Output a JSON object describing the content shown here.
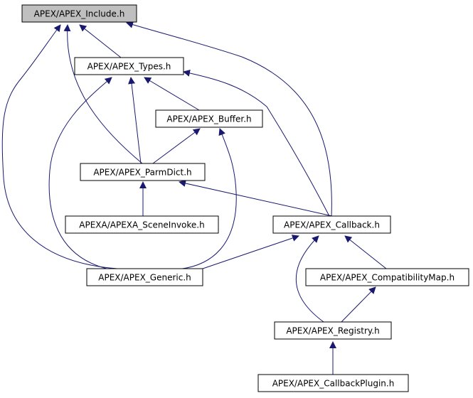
{
  "nodes": [
    {
      "id": "include",
      "label": "APEX/APEX_Include.h",
      "highlighted": true
    },
    {
      "id": "types",
      "label": "APEX/APEX_Types.h"
    },
    {
      "id": "buffer",
      "label": "APEX/APEX_Buffer.h"
    },
    {
      "id": "parmdict",
      "label": "APEX/APEX_ParmDict.h"
    },
    {
      "id": "sceneinvoke",
      "label": "APEXA/APEXA_SceneInvoke.h"
    },
    {
      "id": "callback",
      "label": "APEX/APEX_Callback.h"
    },
    {
      "id": "generic",
      "label": "APEX/APEX_Generic.h"
    },
    {
      "id": "compatmap",
      "label": "APEX/APEX_CompatibilityMap.h"
    },
    {
      "id": "registry",
      "label": "APEX/APEX_Registry.h"
    },
    {
      "id": "callbackplugin",
      "label": "APEX/APEX_CallbackPlugin.h"
    }
  ],
  "edges": [
    {
      "from": "types",
      "to": "include"
    },
    {
      "from": "parmdict",
      "to": "include"
    },
    {
      "from": "generic",
      "to": "include"
    },
    {
      "from": "callback",
      "to": "include"
    },
    {
      "from": "buffer",
      "to": "types"
    },
    {
      "from": "parmdict",
      "to": "types"
    },
    {
      "from": "generic",
      "to": "types"
    },
    {
      "from": "callback",
      "to": "types"
    },
    {
      "from": "parmdict",
      "to": "buffer"
    },
    {
      "from": "generic",
      "to": "buffer"
    },
    {
      "from": "sceneinvoke",
      "to": "parmdict"
    },
    {
      "from": "callback",
      "to": "parmdict"
    },
    {
      "from": "generic",
      "to": "callback"
    },
    {
      "from": "compatmap",
      "to": "callback"
    },
    {
      "from": "registry",
      "to": "callback"
    },
    {
      "from": "registry",
      "to": "compatmap"
    },
    {
      "from": "callbackplugin",
      "to": "registry"
    }
  ],
  "colors": {
    "edge": "#191970",
    "node_border": "#000000",
    "node_fill": "#ffffff",
    "highlight_fill": "#bfbfbf"
  }
}
